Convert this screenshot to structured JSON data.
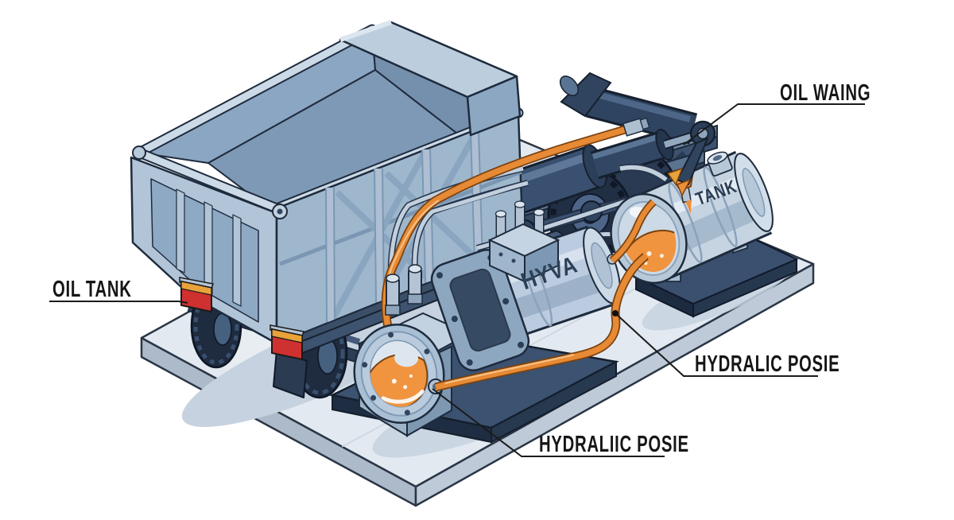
{
  "callouts": {
    "oil_tank": "OIL TANK",
    "oil_waing": "OIL WAING",
    "hydralic_posie": "HYDRALIC POSIE",
    "hydraliic_posie": "HYDRALIIC POSIE"
  },
  "part_markings": {
    "pump_brand": "HYVA",
    "tank": "TANK"
  },
  "colors": {
    "background": "#ffffff",
    "ink": "#1b1b1b",
    "steel_light": "#c6d4e2",
    "steel_mid": "#97b0c8",
    "steel_dark": "#31445f",
    "navy_outline": "#1e2b3d",
    "platform_top": "#e3e9f0",
    "hose_orange": "#e78a35",
    "oil_orange": "#f09440",
    "taillight_red": "#cf3030",
    "taillight_amber": "#e8a23a"
  }
}
